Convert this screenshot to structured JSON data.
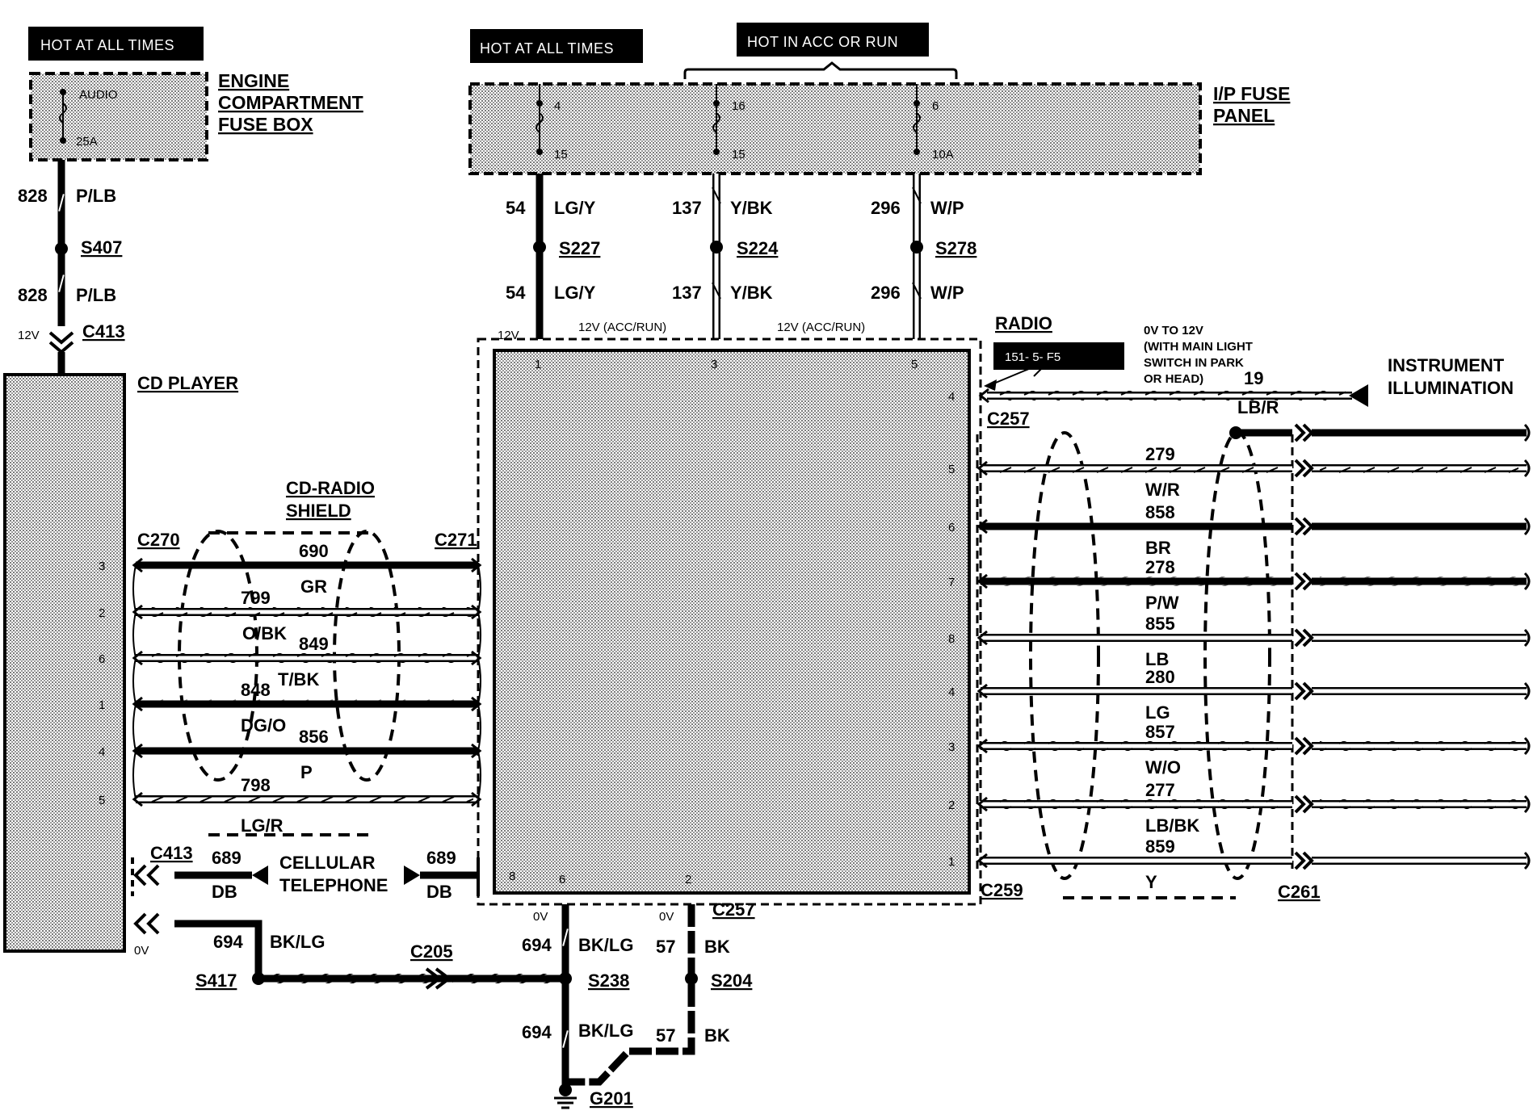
{
  "headers": {
    "hot_all_times_left": "HOT AT ALL TIMES",
    "hot_all_times_right": "HOT AT ALL TIMES",
    "hot_acc_run": "HOT IN ACC OR RUN"
  },
  "fuse_boxes": {
    "engine": {
      "title_1": "ENGINE",
      "title_2": "COMPARTMENT",
      "title_3": "FUSE BOX",
      "fuse_name": "AUDIO",
      "fuse_rating": "25A"
    },
    "ip": {
      "title_1": "I/P FUSE",
      "title_2": "PANEL",
      "fuses": [
        {
          "number": "4",
          "rating": "15"
        },
        {
          "number": "16",
          "rating": "15"
        },
        {
          "number": "6",
          "rating": "10A"
        }
      ]
    }
  },
  "circuits": {
    "c828a": {
      "num": "828",
      "color": "P/LB"
    },
    "c828b": {
      "num": "828",
      "color": "P/LB"
    },
    "c54a": {
      "num": "54",
      "color": "LG/Y"
    },
    "c54b": {
      "num": "54",
      "color": "LG/Y"
    },
    "c137a": {
      "num": "137",
      "color": "Y/BK"
    },
    "c137b": {
      "num": "137",
      "color": "Y/BK"
    },
    "c296a": {
      "num": "296",
      "color": "W/P"
    },
    "c296b": {
      "num": "296",
      "color": "W/P"
    },
    "c694a": {
      "num": "694",
      "color": "BK/LG"
    },
    "c694b": {
      "num": "694",
      "color": "BK/LG"
    },
    "c694c": {
      "num": "694",
      "color": "BK/LG"
    },
    "c57a": {
      "num": "57",
      "color": "BK"
    },
    "c57b": {
      "num": "57",
      "color": "BK"
    },
    "c689a": {
      "num": "689",
      "color": "DB"
    },
    "c689b": {
      "num": "689",
      "color": "DB"
    }
  },
  "splices": {
    "s407": "S407",
    "s227": "S227",
    "s224": "S224",
    "s278": "S278",
    "s417": "S417",
    "s238": "S238",
    "s204": "S204",
    "g201": "G201"
  },
  "connectors": {
    "c413a": "C413",
    "c413b": "C413",
    "c270": "C270",
    "c271": "C271",
    "c257a": "C257",
    "c257b": "C257",
    "c259": "C259",
    "c261": "C261",
    "c205": "C205"
  },
  "voltages": {
    "v12_cd": "12V",
    "v12_radio": "12V",
    "acc_run_1": "12V (ACC/RUN)",
    "acc_run_2": "12V (ACC/RUN)",
    "v0_cd": "0V",
    "v0_g1": "0V",
    "v0_g2": "0V"
  },
  "components": {
    "cd_player": "CD PLAYER",
    "radio": "RADIO",
    "radio_ref": "151- 5- F5",
    "shield_1": "CD-RADIO",
    "shield_2": "SHIELD",
    "cellular_1": "CELLULAR",
    "cellular_2": "TELEPHONE",
    "instrument_1": "INSTRUMENT",
    "instrument_2": "ILLUMINATION",
    "illum_note_1": "0V TO 12V",
    "illum_note_2": "(WITH MAIN LIGHT",
    "illum_note_3": "SWITCH IN PARK",
    "illum_note_4": "OR HEAD)",
    "illum_circuit": "19",
    "illum_color": "LB/R"
  },
  "cd_radio_wires": [
    {
      "cd_pin": "3",
      "radio_pin": "3",
      "num": "690",
      "color": "GR"
    },
    {
      "cd_pin": "2",
      "radio_pin": "2",
      "num": "799",
      "color": "O/BK"
    },
    {
      "cd_pin": "6",
      "radio_pin": "1",
      "num": "849",
      "color": "T/BK"
    },
    {
      "cd_pin": "1",
      "radio_pin": "6",
      "num": "848",
      "color": "DG/O"
    },
    {
      "cd_pin": "4",
      "radio_pin": "4",
      "num": "856",
      "color": "P"
    },
    {
      "cd_pin": "5",
      "radio_pin": "5",
      "num": "798",
      "color": "LG/R"
    }
  ],
  "radio_pins_top": [
    "1",
    "3",
    "5"
  ],
  "radio_pins_bottom": [
    "8",
    "6",
    "2"
  ],
  "radio_pin_4": "4",
  "speaker_wires": [
    {
      "radio_pin": "5",
      "num": "279",
      "color": "W/R"
    },
    {
      "radio_pin": "6",
      "num": "858",
      "color": "BR"
    },
    {
      "radio_pin": "7",
      "num": "278",
      "color": "P/W"
    },
    {
      "radio_pin": "8",
      "num": "855",
      "color": "LB"
    },
    {
      "radio_pin": "4",
      "num": "280",
      "color": "LG"
    },
    {
      "radio_pin": "3",
      "num": "857",
      "color": "W/O"
    },
    {
      "radio_pin": "2",
      "num": "277",
      "color": "LB/BK"
    },
    {
      "radio_pin": "1",
      "num": "859",
      "color": "Y"
    }
  ]
}
